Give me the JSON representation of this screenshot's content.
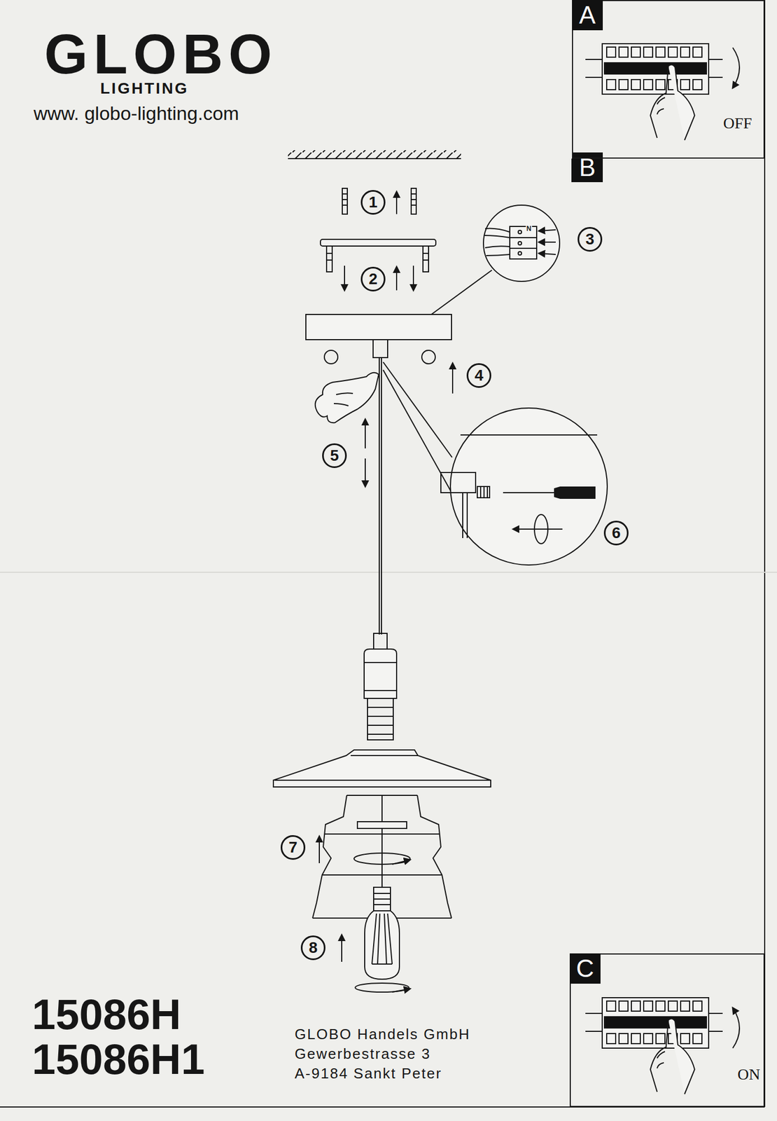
{
  "diagram": {
    "nodes": [
      {
        "text": [
          "A",
          "OFF"
        ]
      },
      {
        "text": [
          "C",
          "ON"
        ]
      }
    ],
    "labels": [
      "GLOBO",
      "LIGHTING",
      "www. globo-lighting.com",
      "B",
      "1",
      "2",
      "3",
      "N",
      "4",
      "5",
      "6",
      "7",
      "8",
      "15086H",
      "15086H1",
      "GLOBO Handels GmbH",
      "Gewerbestrasse 3",
      "A-9184 Sankt Peter"
    ]
  }
}
